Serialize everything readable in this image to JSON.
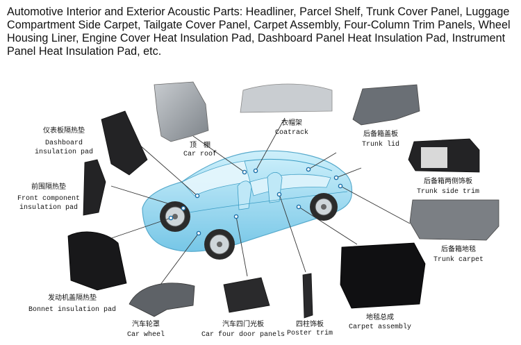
{
  "intro": "Automotive Interior and Exterior Acoustic Parts: Headliner, Parcel Shelf, Trunk Cover Panel, Luggage Compartment Side Carpet, Tailgate Cover Panel, Carpet Assembly, Four-Column Trim Panels, Wheel Housing Liner, Engine Cover Heat Insulation Pad, Dashboard Panel Heat Insulation Pad, Instrument Panel Heat Insulation Pad, etc.",
  "colors": {
    "car_body": "#8fd3ee",
    "car_edge": "#3a9cc4",
    "part_gray": "#9aa0a6",
    "part_dark": "#1e1e20",
    "leader": "#333333"
  },
  "parts": {
    "dashboard": {
      "cn": "仪表板隔热垫",
      "en1": "Dashboard",
      "en2": "insulation pad"
    },
    "car_roof": {
      "cn": "顶　棚",
      "en1": "Car roof"
    },
    "coatrack": {
      "cn": "衣帽架",
      "en1": "Coatrack"
    },
    "trunk_lid": {
      "cn": "后备箱盖板",
      "en1": "Trunk lid"
    },
    "trunk_side": {
      "cn": "后备箱两侧饰板",
      "en1": "Trunk side trim"
    },
    "front": {
      "cn": "前围隔热垫",
      "en1": "Front component",
      "en2": "insulation pad"
    },
    "trunk_carpet": {
      "cn": "后备箱地毯",
      "en1": "Trunk carpet"
    },
    "bonnet": {
      "cn": "发动机盖隔热垫",
      "en1": "Bonnet insulation pad"
    },
    "car_wheel": {
      "cn": "汽车轮罩",
      "en1": "Car wheel"
    },
    "door_panels": {
      "cn": "汽车四门光板",
      "en1": "Car four door panels"
    },
    "poster_trim": {
      "cn": "四柱饰板",
      "en1": "Poster trim"
    },
    "carpet": {
      "cn": "地毯总成",
      "en1": "Carpet assembly"
    }
  }
}
